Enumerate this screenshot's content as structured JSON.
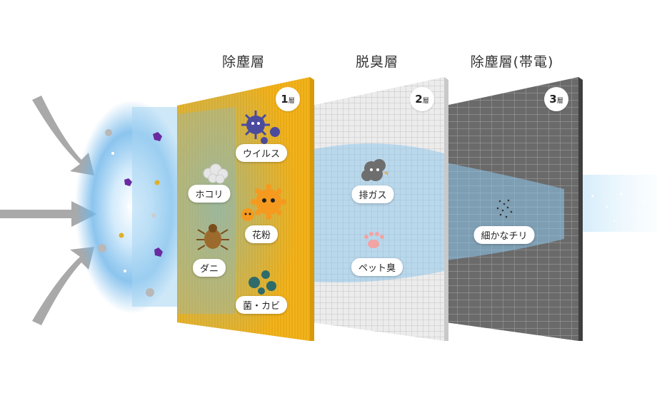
{
  "layers": [
    {
      "title": "除塵層",
      "number": "1",
      "suffix": "層",
      "color": "#f2b31c"
    },
    {
      "title": "脱臭層",
      "number": "2",
      "suffix": "層",
      "color": "#e4e4e4"
    },
    {
      "title": "除塵層(帯電)",
      "number": "3",
      "suffix": "層",
      "color": "#555555"
    }
  ],
  "labels": {
    "virus": "ウイルス",
    "dust": "ホコリ",
    "pollen": "花粉",
    "mite": "ダニ",
    "bacteria": "菌・カビ",
    "exhaust": "排ガス",
    "pet_odor": "ペット臭",
    "fine_dust": "細かなチリ"
  },
  "colors": {
    "airflow": "#8ec8ee",
    "arrow": "#a9a9a9"
  }
}
